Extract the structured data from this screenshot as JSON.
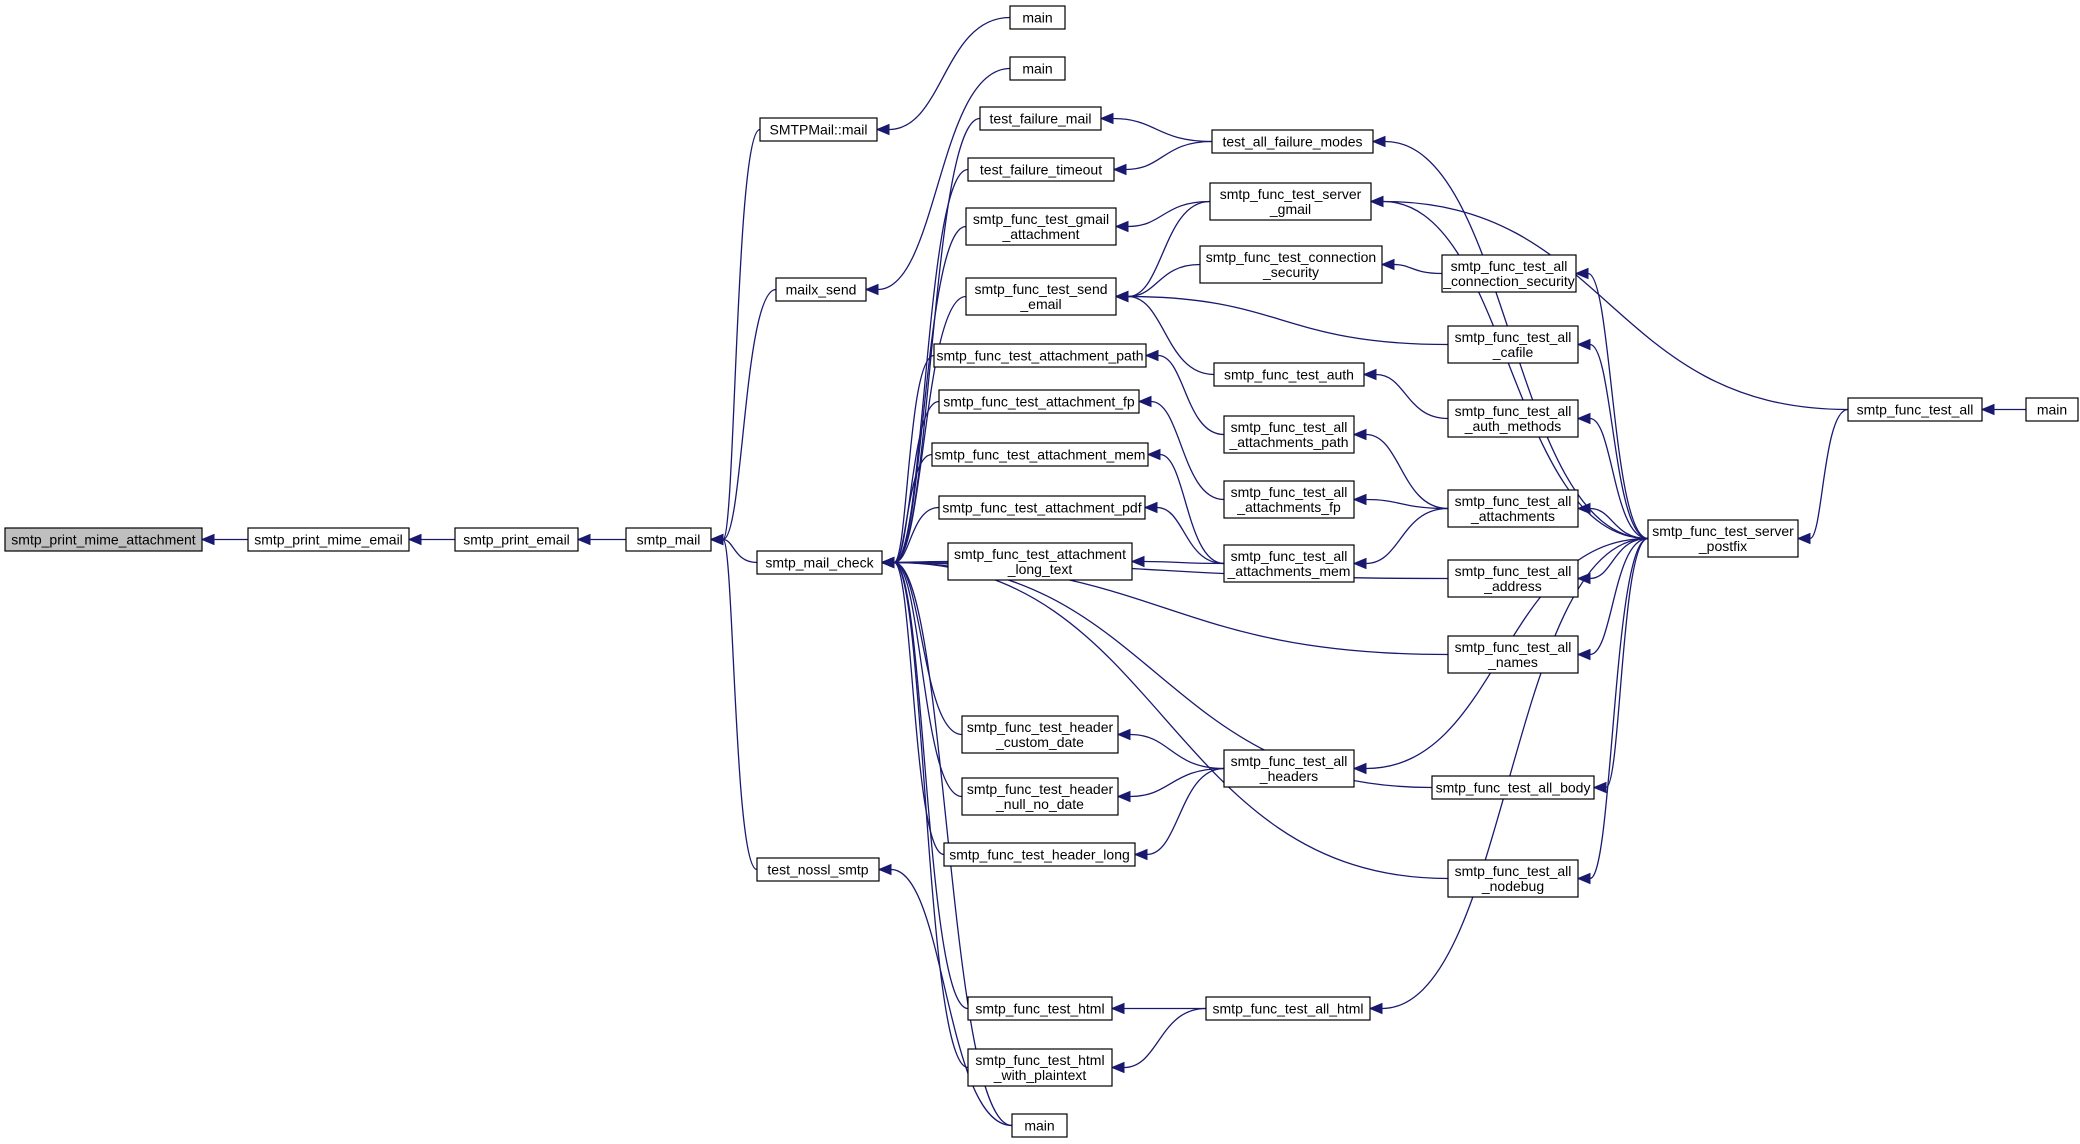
{
  "graph": {
    "focus": "n0",
    "colors": {
      "edge": "#191970",
      "node_border": "#000000",
      "focus_fill": "#bfbfbf",
      "node_fill": "#ffffff"
    },
    "nodes": [
      {
        "id": "n0",
        "lines": [
          "smtp_print_mime_attachment"
        ]
      },
      {
        "id": "n1",
        "lines": [
          "smtp_print_mime_email"
        ]
      },
      {
        "id": "n2",
        "lines": [
          "smtp_print_email"
        ]
      },
      {
        "id": "n3",
        "lines": [
          "smtp_mail"
        ]
      },
      {
        "id": "n4",
        "lines": [
          "main"
        ]
      },
      {
        "id": "n5",
        "lines": [
          "main"
        ]
      },
      {
        "id": "n6",
        "lines": [
          "SMTPMail::mail"
        ]
      },
      {
        "id": "n7",
        "lines": [
          "mailx_send"
        ]
      },
      {
        "id": "n8",
        "lines": [
          "smtp_mail_check"
        ]
      },
      {
        "id": "n9",
        "lines": [
          "test_nossl_smtp"
        ]
      },
      {
        "id": "n10",
        "lines": [
          "test_failure_mail"
        ]
      },
      {
        "id": "n11",
        "lines": [
          "test_failure_timeout"
        ]
      },
      {
        "id": "n12",
        "lines": [
          "smtp_func_test_gmail",
          "_attachment"
        ]
      },
      {
        "id": "n13",
        "lines": [
          "smtp_func_test_send",
          "_email"
        ]
      },
      {
        "id": "n14",
        "lines": [
          "smtp_func_test_attachment_path"
        ]
      },
      {
        "id": "n15",
        "lines": [
          "smtp_func_test_attachment_fp"
        ]
      },
      {
        "id": "n16",
        "lines": [
          "smtp_func_test_attachment_mem"
        ]
      },
      {
        "id": "n17",
        "lines": [
          "smtp_func_test_attachment_pdf"
        ]
      },
      {
        "id": "n18",
        "lines": [
          "smtp_func_test_attachment",
          "_long_text"
        ]
      },
      {
        "id": "n19",
        "lines": [
          "smtp_func_test_header",
          "_custom_date"
        ]
      },
      {
        "id": "n20",
        "lines": [
          "smtp_func_test_header",
          "_null_no_date"
        ]
      },
      {
        "id": "n21",
        "lines": [
          "smtp_func_test_header_long"
        ]
      },
      {
        "id": "n22",
        "lines": [
          "smtp_func_test_html"
        ]
      },
      {
        "id": "n23",
        "lines": [
          "smtp_func_test_html",
          "_with_plaintext"
        ]
      },
      {
        "id": "n24",
        "lines": [
          "main"
        ]
      },
      {
        "id": "n25",
        "lines": [
          "test_all_failure_modes"
        ]
      },
      {
        "id": "n26",
        "lines": [
          "smtp_func_test_server",
          "_gmail"
        ]
      },
      {
        "id": "n27",
        "lines": [
          "smtp_func_test_connection",
          "_security"
        ]
      },
      {
        "id": "n28",
        "lines": [
          "smtp_func_test_auth"
        ]
      },
      {
        "id": "n29",
        "lines": [
          "smtp_func_test_all",
          "_attachments_path"
        ]
      },
      {
        "id": "n30",
        "lines": [
          "smtp_func_test_all",
          "_attachments_fp"
        ]
      },
      {
        "id": "n31",
        "lines": [
          "smtp_func_test_all",
          "_attachments_mem"
        ]
      },
      {
        "id": "n32",
        "lines": [
          "smtp_func_test_all",
          "_headers"
        ]
      },
      {
        "id": "n33",
        "lines": [
          "smtp_func_test_all_html"
        ]
      },
      {
        "id": "n34",
        "lines": [
          "smtp_func_test_all",
          "_connection_security"
        ]
      },
      {
        "id": "n35",
        "lines": [
          "smtp_func_test_all",
          "_cafile"
        ]
      },
      {
        "id": "n36",
        "lines": [
          "smtp_func_test_all",
          "_auth_methods"
        ]
      },
      {
        "id": "n37",
        "lines": [
          "smtp_func_test_all",
          "_attachments"
        ]
      },
      {
        "id": "n38",
        "lines": [
          "smtp_func_test_all",
          "_address"
        ]
      },
      {
        "id": "n39",
        "lines": [
          "smtp_func_test_all",
          "_names"
        ]
      },
      {
        "id": "n40",
        "lines": [
          "smtp_func_test_all_body"
        ]
      },
      {
        "id": "n41",
        "lines": [
          "smtp_func_test_all",
          "_nodebug"
        ]
      },
      {
        "id": "n42",
        "lines": [
          "smtp_func_test_server",
          "_postfix"
        ]
      },
      {
        "id": "n43",
        "lines": [
          "smtp_func_test_all"
        ]
      },
      {
        "id": "n44",
        "lines": [
          "main"
        ]
      }
    ],
    "edges": [
      [
        "n1",
        "n0"
      ],
      [
        "n2",
        "n1"
      ],
      [
        "n3",
        "n2"
      ],
      [
        "n6",
        "n3"
      ],
      [
        "n7",
        "n3"
      ],
      [
        "n8",
        "n3"
      ],
      [
        "n9",
        "n3"
      ],
      [
        "n4",
        "n6"
      ],
      [
        "n5",
        "n7"
      ],
      [
        "n10",
        "n8"
      ],
      [
        "n11",
        "n8"
      ],
      [
        "n12",
        "n8"
      ],
      [
        "n13",
        "n8"
      ],
      [
        "n14",
        "n8"
      ],
      [
        "n15",
        "n8"
      ],
      [
        "n16",
        "n8"
      ],
      [
        "n17",
        "n8"
      ],
      [
        "n18",
        "n8"
      ],
      [
        "n19",
        "n8"
      ],
      [
        "n20",
        "n8"
      ],
      [
        "n21",
        "n8"
      ],
      [
        "n22",
        "n8"
      ],
      [
        "n23",
        "n8"
      ],
      [
        "n24",
        "n8"
      ],
      [
        "n38",
        "n8"
      ],
      [
        "n39",
        "n8"
      ],
      [
        "n40",
        "n8"
      ],
      [
        "n41",
        "n8"
      ],
      [
        "n24",
        "n9"
      ],
      [
        "n25",
        "n10"
      ],
      [
        "n25",
        "n11"
      ],
      [
        "n26",
        "n12"
      ],
      [
        "n26",
        "n13"
      ],
      [
        "n27",
        "n13"
      ],
      [
        "n28",
        "n13"
      ],
      [
        "n35",
        "n13"
      ],
      [
        "n29",
        "n14"
      ],
      [
        "n30",
        "n15"
      ],
      [
        "n31",
        "n16"
      ],
      [
        "n31",
        "n17"
      ],
      [
        "n31",
        "n18"
      ],
      [
        "n32",
        "n19"
      ],
      [
        "n32",
        "n20"
      ],
      [
        "n32",
        "n21"
      ],
      [
        "n33",
        "n22"
      ],
      [
        "n33",
        "n23"
      ],
      [
        "n34",
        "n27"
      ],
      [
        "n36",
        "n28"
      ],
      [
        "n37",
        "n29"
      ],
      [
        "n37",
        "n30"
      ],
      [
        "n37",
        "n31"
      ],
      [
        "n42",
        "n25"
      ],
      [
        "n42",
        "n26"
      ],
      [
        "n42",
        "n32"
      ],
      [
        "n42",
        "n33"
      ],
      [
        "n42",
        "n34"
      ],
      [
        "n42",
        "n35"
      ],
      [
        "n42",
        "n36"
      ],
      [
        "n42",
        "n37"
      ],
      [
        "n42",
        "n38"
      ],
      [
        "n42",
        "n39"
      ],
      [
        "n42",
        "n40"
      ],
      [
        "n42",
        "n41"
      ],
      [
        "n43",
        "n26"
      ],
      [
        "n43",
        "n42"
      ],
      [
        "n44",
        "n43"
      ]
    ]
  }
}
